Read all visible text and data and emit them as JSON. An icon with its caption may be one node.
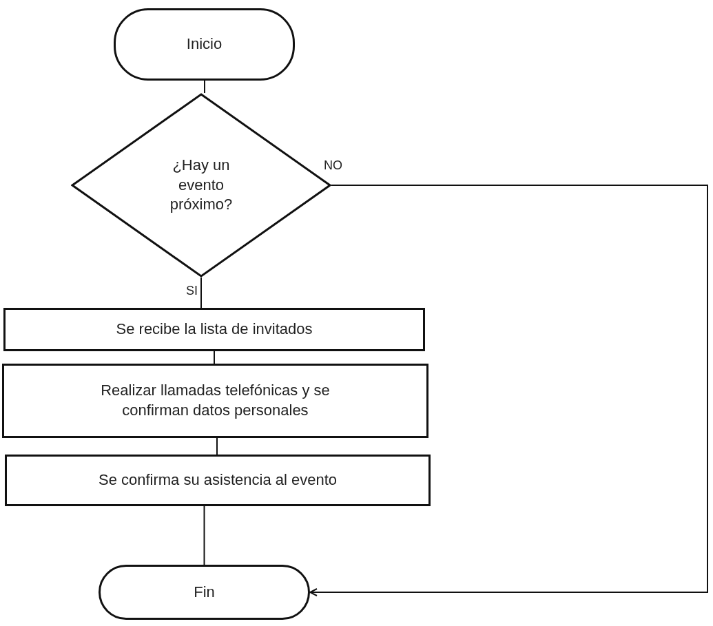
{
  "diagram": {
    "nodes": [
      {
        "text": [
          "Inicio"
        ]
      },
      {
        "text": [
          "¿Hay un evento próximo?"
        ]
      },
      {
        "text": [
          "Se recibe la lista de invitados"
        ]
      },
      {
        "text": [
          "Realizar llamadas telefónicas y se confirman datos personales"
        ]
      },
      {
        "text": [
          "Se confirma su asistencia al evento"
        ]
      },
      {
        "text": [
          "Fin"
        ]
      }
    ],
    "edges": [
      {
        "from": 0,
        "to": 1,
        "arrow": "none"
      },
      {
        "from": 1,
        "to": 2,
        "arrow": "none",
        "label": "SI"
      },
      {
        "from": 2,
        "to": 3,
        "arrow": "none"
      },
      {
        "from": 3,
        "to": 4,
        "arrow": "none"
      },
      {
        "from": 4,
        "to": 5,
        "arrow": "none"
      },
      {
        "from": 1,
        "to": 5,
        "arrow": "to",
        "label": "NO"
      }
    ]
  }
}
